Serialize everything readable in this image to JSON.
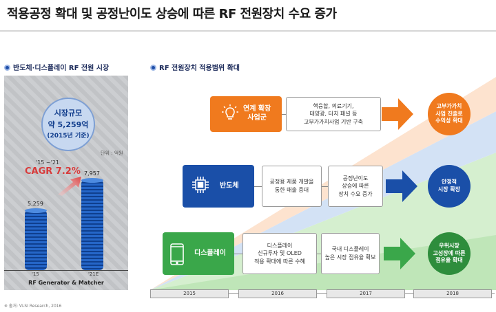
{
  "title": "적용공정 확대 및 공정난이도 상승에 따른 RF 전원장치 수요 증가",
  "left": {
    "header": "반도체·디스플레이 RF 전원 시장",
    "bubble": {
      "line1": "시장규모",
      "line2": "약 5,259억",
      "line3": "(2015년 기준)"
    },
    "unit": "단위 : 억원",
    "cagr_period": "'15 ~'21",
    "cagr": "CAGR 7.2%",
    "bars": [
      {
        "year": "'15",
        "value": 5259,
        "label": "5,259"
      },
      {
        "year": "'21E",
        "value": 7957,
        "label": "7,957"
      }
    ],
    "caption": "RF Generator & Matcher",
    "source": "※ 출처: VLSI Research, 2016"
  },
  "right": {
    "header": "RF 전원장치 적용범위 확대",
    "rows": [
      {
        "label_lines": [
          "연계 확장",
          "사업군"
        ],
        "icon": "lightbulb-icon",
        "color": "#f07a1e",
        "boxes": [
          [
            "핵융합, 의료기기,",
            "태양광, 터치 패널 등",
            "고부가가치사업 기반 구축"
          ]
        ],
        "arrow_color": "#f07a1e",
        "result": [
          "고부가가치",
          "사업 진출로",
          "수익성 확대"
        ],
        "result_color": "#f07a1e"
      },
      {
        "label_lines": [
          "반도체"
        ],
        "icon": "chip-icon",
        "color": "#1a4fa8",
        "boxes": [
          [
            "공정용 제품 개발을",
            "통한 매출 증대"
          ],
          [
            "공정난이도",
            "상승에 따른",
            "장치 수요 증가"
          ]
        ],
        "arrow_color": "#1a4fa8",
        "result": [
          "안정적",
          "시장 확장"
        ],
        "result_color": "#1a4fa8"
      },
      {
        "label_lines": [
          "디스플레이"
        ],
        "icon": "phone-icon",
        "color": "#3aa74a",
        "boxes": [
          [
            "디스플레이",
            "신규투자 및 OLED",
            "적용 확대에 따른 수혜"
          ],
          [
            "국내 디스플레이",
            "높은 시장 점유율 확보"
          ]
        ],
        "arrow_color": "#3aa74a",
        "result": [
          "우위시장",
          "고성장에 따른",
          "점유율 확대"
        ],
        "result_color": "#2e8d3c"
      }
    ],
    "years": [
      "2015",
      "2016",
      "2017",
      "2018"
    ]
  }
}
